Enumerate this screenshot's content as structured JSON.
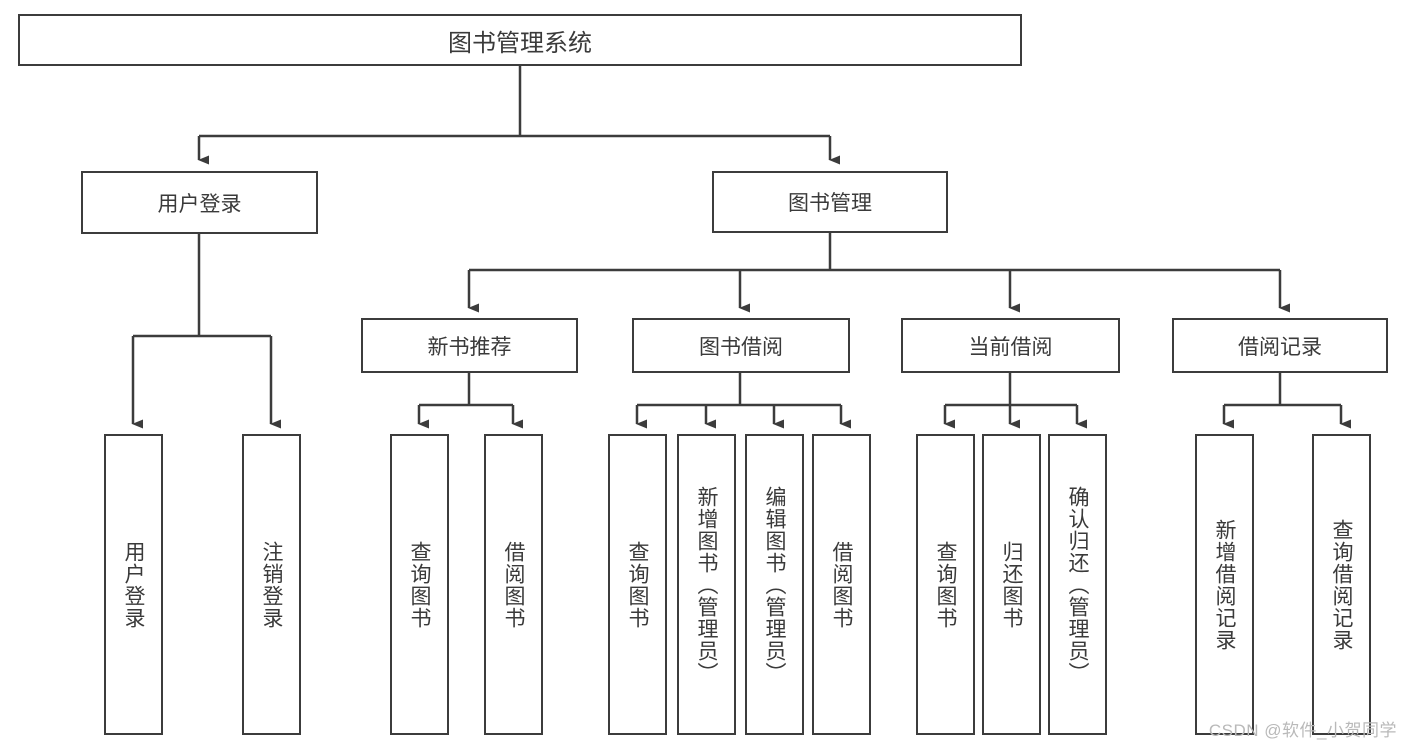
{
  "diagram": {
    "title": "图书管理系统",
    "type": "tree-hierarchy-diagram",
    "colors": {
      "stroke": "#3c3c3c",
      "text": "#3a3a3a",
      "background": "#ffffff",
      "watermark": "#b9b9b9"
    },
    "root": {
      "label": "图书管理系统"
    },
    "level1": [
      {
        "label": "用户登录"
      },
      {
        "label": "图书管理"
      }
    ],
    "level2": [
      {
        "label": "新书推荐"
      },
      {
        "label": "图书借阅"
      },
      {
        "label": "当前借阅"
      },
      {
        "label": "借阅记录"
      }
    ],
    "leaves": {
      "user_login": [
        {
          "label": "用户登录"
        },
        {
          "label": "注销登录"
        }
      ],
      "new_book_recommend": [
        {
          "label": "查询图书"
        },
        {
          "label": "借阅图书"
        }
      ],
      "book_borrow": [
        {
          "label": "查询图书"
        },
        {
          "label": "新增图书（管理员）"
        },
        {
          "label": "编辑图书（管理员）"
        },
        {
          "label": "借阅图书"
        }
      ],
      "current_borrow": [
        {
          "label": "查询图书"
        },
        {
          "label": "归还图书"
        },
        {
          "label": "确认归还（管理员）"
        }
      ],
      "borrow_record": [
        {
          "label": "新增借阅记录"
        },
        {
          "label": "查询借阅记录"
        }
      ]
    },
    "watermark": "CSDN @软件_小贺同学"
  }
}
